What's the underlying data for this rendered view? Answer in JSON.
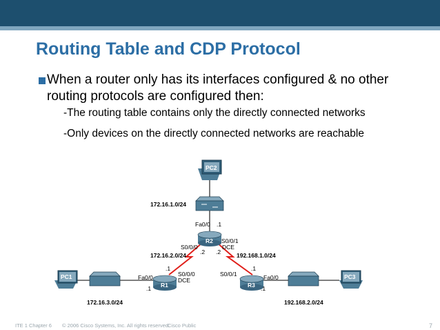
{
  "slide": {
    "title": "Routing Table and CDP Protocol",
    "bullet": "When a router only has its interfaces configured & no other routing protocols are configured then:",
    "sub_bullets": [
      "-The routing table contains only the directly connected networks",
      "-Only devices on the directly connected networks are reachable"
    ]
  },
  "diagram": {
    "devices": {
      "pc1": "PC1",
      "pc2": "PC2",
      "pc3": "PC3",
      "r1": "R1",
      "r2": "R2",
      "r3": "R3"
    },
    "networks": {
      "n1": "172.16.1.0/24",
      "n2": "172.16.2.0/24",
      "n3": "172.16.3.0/24",
      "n4": "192.168.1.0/24",
      "n5": "192.168.2.0/24"
    },
    "interfaces": {
      "r2_fa": "Fa0/0",
      "r2_fa_ip": ".1",
      "r2_s000": "S0/0/0",
      "r2_s000_ip": ".2",
      "r2_s001": "S0/0/1",
      "r2_dce": "DCE",
      "r2_s001_ip": ".2",
      "r1_ip_top": ".1",
      "r1_s000": "S0/0/0",
      "r1_dce": "DCE",
      "r1_fa": "Fa0/0",
      "r1_fa_ip": ".1",
      "r3_ip_top": ".1",
      "r3_s001": "S0/0/1",
      "r3_fa": "Fa0/0",
      "r3_fa_ip": ".1"
    }
  },
  "footer": {
    "course": "ITE 1 Chapter 6",
    "copyright": "© 2006 Cisco Systems, Inc. All rights reserved.",
    "classification": "Cisco Public",
    "page": "7"
  },
  "colors": {
    "topbar": "#1d4f6e",
    "title": "#2c6ea5",
    "serial_link": "#e0201b",
    "device": "#4e7d97"
  }
}
